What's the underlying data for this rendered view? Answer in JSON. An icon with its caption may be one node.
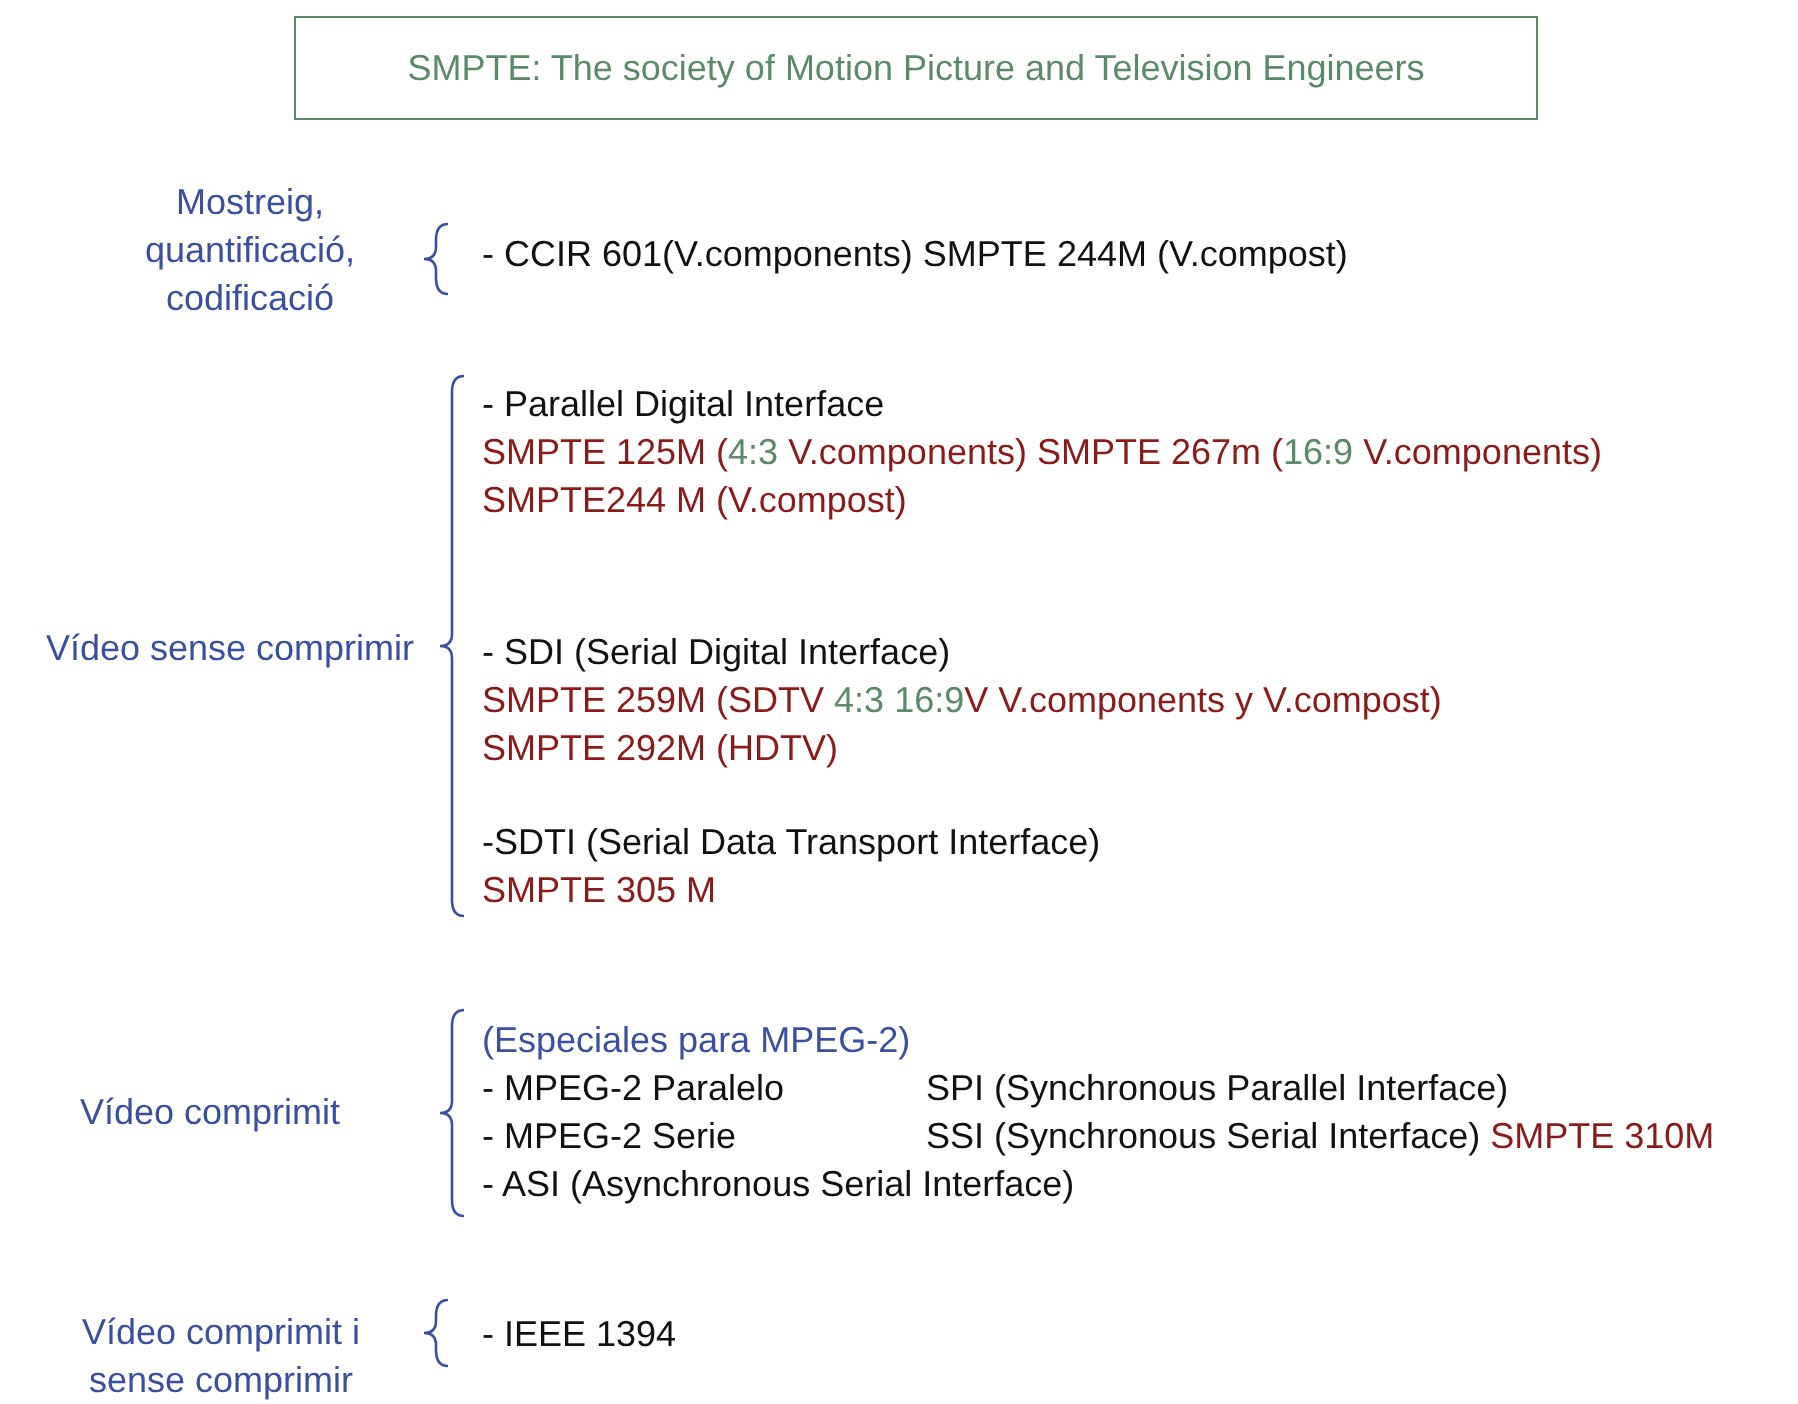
{
  "diagram": {
    "nodes": [
      {
        "text": [
          "SMPTE: The society of Motion Picture and Television Engineers"
        ]
      }
    ],
    "labels": [
      "Mostreig, quantificació, codificació",
      "- CCIR 601(V.components) SMPTE 244M (V.compost)",
      "Vídeo sense comprimir",
      "- Parallel Digital Interface",
      "SMPTE 125M (",
      "4:3",
      "V.components) SMPTE 267m (",
      "16:9",
      "V.components)",
      "SMPTE244 M (V.compost)",
      "- SDI (Serial Digital Interface)",
      "SMPTE 259M (SDTV",
      "4:3 16:9",
      "V V.components y V.compost)",
      "SMPTE 292M (HDTV)",
      "-SDTI (Serial Data Transport Interface)",
      "SMPTE 305 M",
      "Vídeo comprimit",
      "(Especiales para MPEG-2)",
      "- MPEG-2 Paralelo",
      "SPI (Synchronous Parallel Interface)",
      "- MPEG-2 Serie",
      "SSI (Synchronous Serial Interface)",
      "SMPTE 310M",
      "- ASI (Asynchronous Serial Interface)",
      "Vídeo comprimit i sense comprimir",
      "- IEEE 1394"
    ]
  }
}
